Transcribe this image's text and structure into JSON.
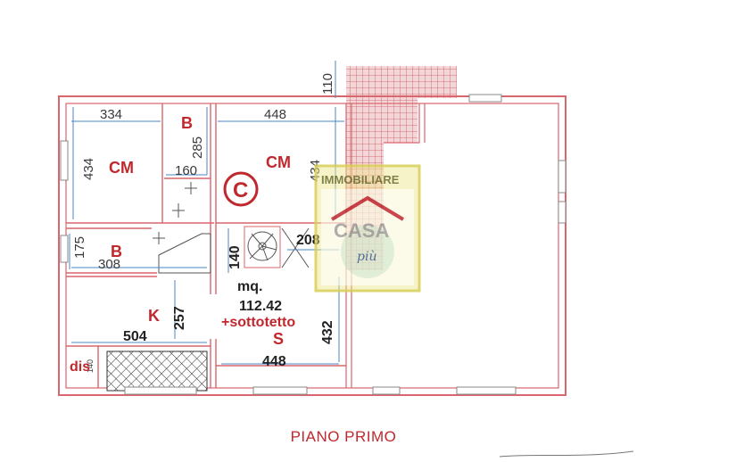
{
  "plan": {
    "title": "PIANO PRIMO",
    "rooms": {
      "cm_left": "CM",
      "cm_center": "CM",
      "b_top": "B",
      "b_left": "B",
      "kitchen": "K",
      "living": "S",
      "dis": "dis"
    },
    "dimensions": {
      "d334": "334",
      "d448_top": "448",
      "d434_left": "434",
      "d285": "285",
      "d160": "160",
      "d434_center": "434",
      "d110": "110",
      "d175": "175",
      "d308": "308",
      "d140": "140",
      "d208": "208",
      "d257": "257",
      "d504": "504",
      "d432": "432",
      "d448_bottom": "448",
      "d140_small": "140"
    },
    "area": {
      "unit": "mq.",
      "value": "112.42",
      "note": "+sottotetto"
    },
    "watermark": {
      "top_text": "IMMOBILIARE",
      "brand": "CASA",
      "script": "più",
      "copyright": "C"
    },
    "colors": {
      "wall": "#d9656d",
      "text_red": "#c0282e",
      "dim_blue": "#4a86c8",
      "watermark_yellow": "#ece58a"
    }
  }
}
